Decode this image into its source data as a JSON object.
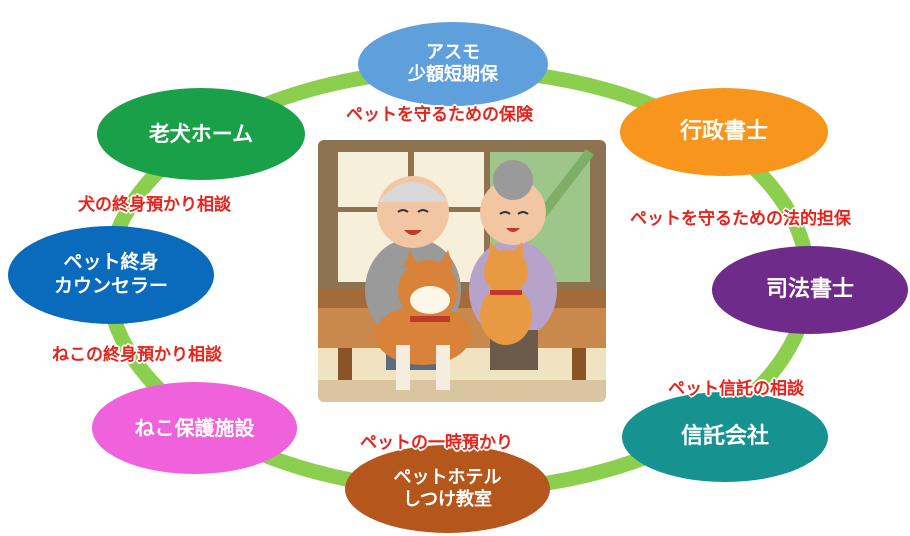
{
  "colors": {
    "ring": "#8ccf4f",
    "label": "#e8231c"
  },
  "nodes": [
    {
      "id": "asumo",
      "lines": [
        "アスモ",
        "少額短期保"
      ],
      "color": "#5e9fdc"
    },
    {
      "id": "gyosei",
      "lines": [
        "行政書士"
      ],
      "color": "#f7951d"
    },
    {
      "id": "shiho",
      "lines": [
        "司法書士"
      ],
      "color": "#6e2b8a"
    },
    {
      "id": "shintaku",
      "lines": [
        "信託会社"
      ],
      "color": "#169391"
    },
    {
      "id": "hotel",
      "lines": [
        "ペットホテル",
        "しつけ教室"
      ],
      "color": "#b5571d"
    },
    {
      "id": "neko",
      "lines": [
        "ねこ保護施設"
      ],
      "color": "#f061dc"
    },
    {
      "id": "counselor",
      "lines": [
        "ペット終身",
        "カウンセラー"
      ],
      "color": "#0a6bbd"
    },
    {
      "id": "rouken",
      "lines": [
        "老犬ホーム"
      ],
      "color": "#1ba04a"
    }
  ],
  "relations": [
    {
      "id": "insurance",
      "text": "ペットを守るための保険"
    },
    {
      "id": "legal",
      "text": "ペットを守るための法的担保"
    },
    {
      "id": "trust",
      "text": "ペット信託の相談"
    },
    {
      "id": "temporary",
      "text": "ペットの一時預かり"
    },
    {
      "id": "cat_consult",
      "text": "ねこの終身預かり相談"
    },
    {
      "id": "dog_consult",
      "text": "犬の終身預かり相談"
    }
  ],
  "illustration": "elderly-couple-with-dog-and-cat"
}
